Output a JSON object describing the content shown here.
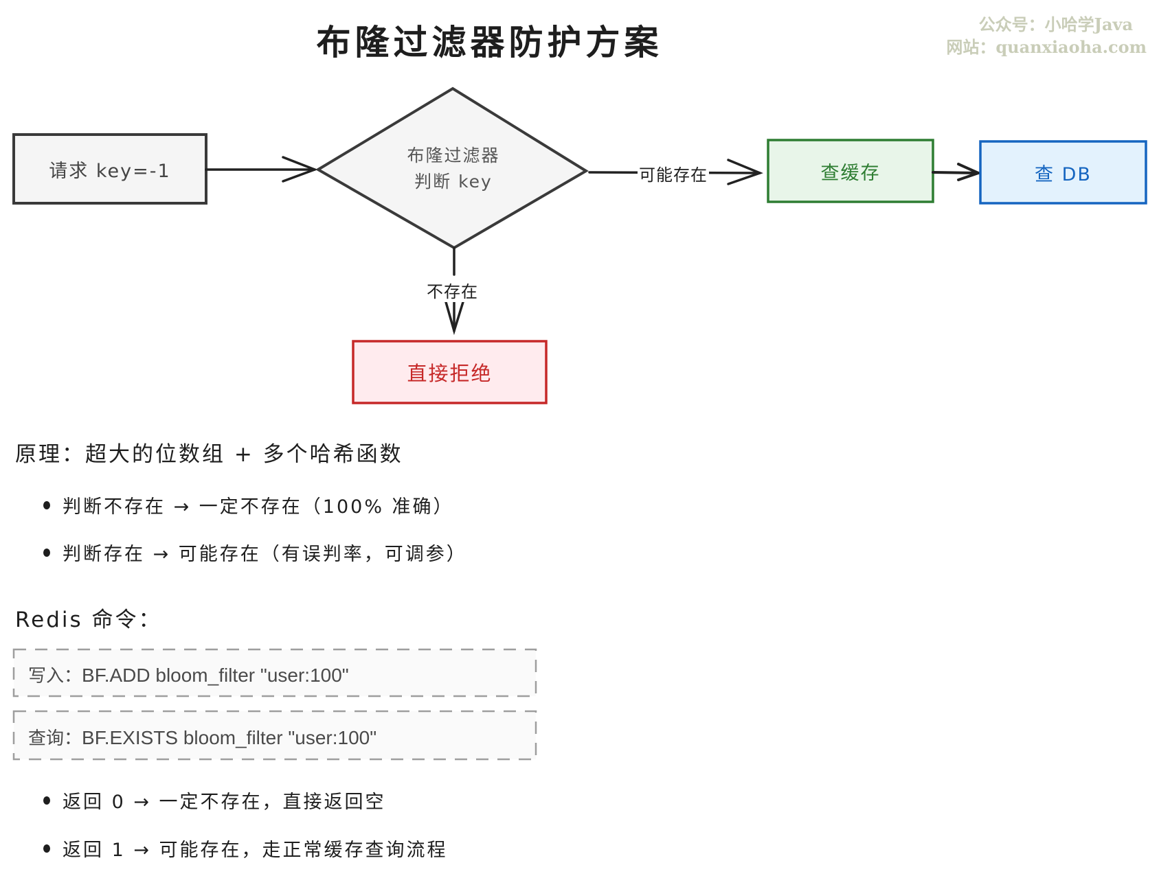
{
  "title": "布隆过滤器防护方案",
  "watermark": {
    "line1": "公众号：小哈学Java",
    "line2": "网站：quanxiaoha.com"
  },
  "colors": {
    "stroke_dark": "#3a3a3a",
    "request_fill": "#f5f5f5",
    "decision_fill": "#f5f5f5",
    "cache_stroke": "#2e7d32",
    "cache_fill": "#e8f5e9",
    "db_stroke": "#1565c0",
    "db_fill": "#e3f2fd",
    "reject_stroke": "#c62828",
    "reject_fill": "#ffebee",
    "dashed_stroke": "#9e9e9e",
    "dashed_fill": "#fafafa"
  },
  "flowchart": {
    "nodes": {
      "request": {
        "label": "请求 key=-1"
      },
      "decision": {
        "line1": "布隆过滤器",
        "line2": "判断 key"
      },
      "cache": {
        "label": "查缓存"
      },
      "db": {
        "label": "查 DB"
      },
      "reject": {
        "label": "直接拒绝"
      }
    },
    "edges": {
      "maybe_exists": {
        "label": "可能存在"
      },
      "not_exists": {
        "label": "不存在"
      }
    }
  },
  "principle": {
    "heading": "原理：超大的位数组 + 多个哈希函数",
    "bullets": [
      "判断不存在 → 一定不存在（100% 准确）",
      "判断存在 → 可能存在（有误判率，可调参）"
    ]
  },
  "redis": {
    "heading": "Redis 命令：",
    "commands": [
      {
        "prefix": "写入：",
        "code": "BF.ADD bloom_filter \"user:100\""
      },
      {
        "prefix": "查询：",
        "code": "BF.EXISTS bloom_filter \"user:100\""
      }
    ],
    "bullets": [
      "返回 0 → 一定不存在，直接返回空",
      "返回 1 → 可能存在，走正常缓存查询流程"
    ]
  }
}
